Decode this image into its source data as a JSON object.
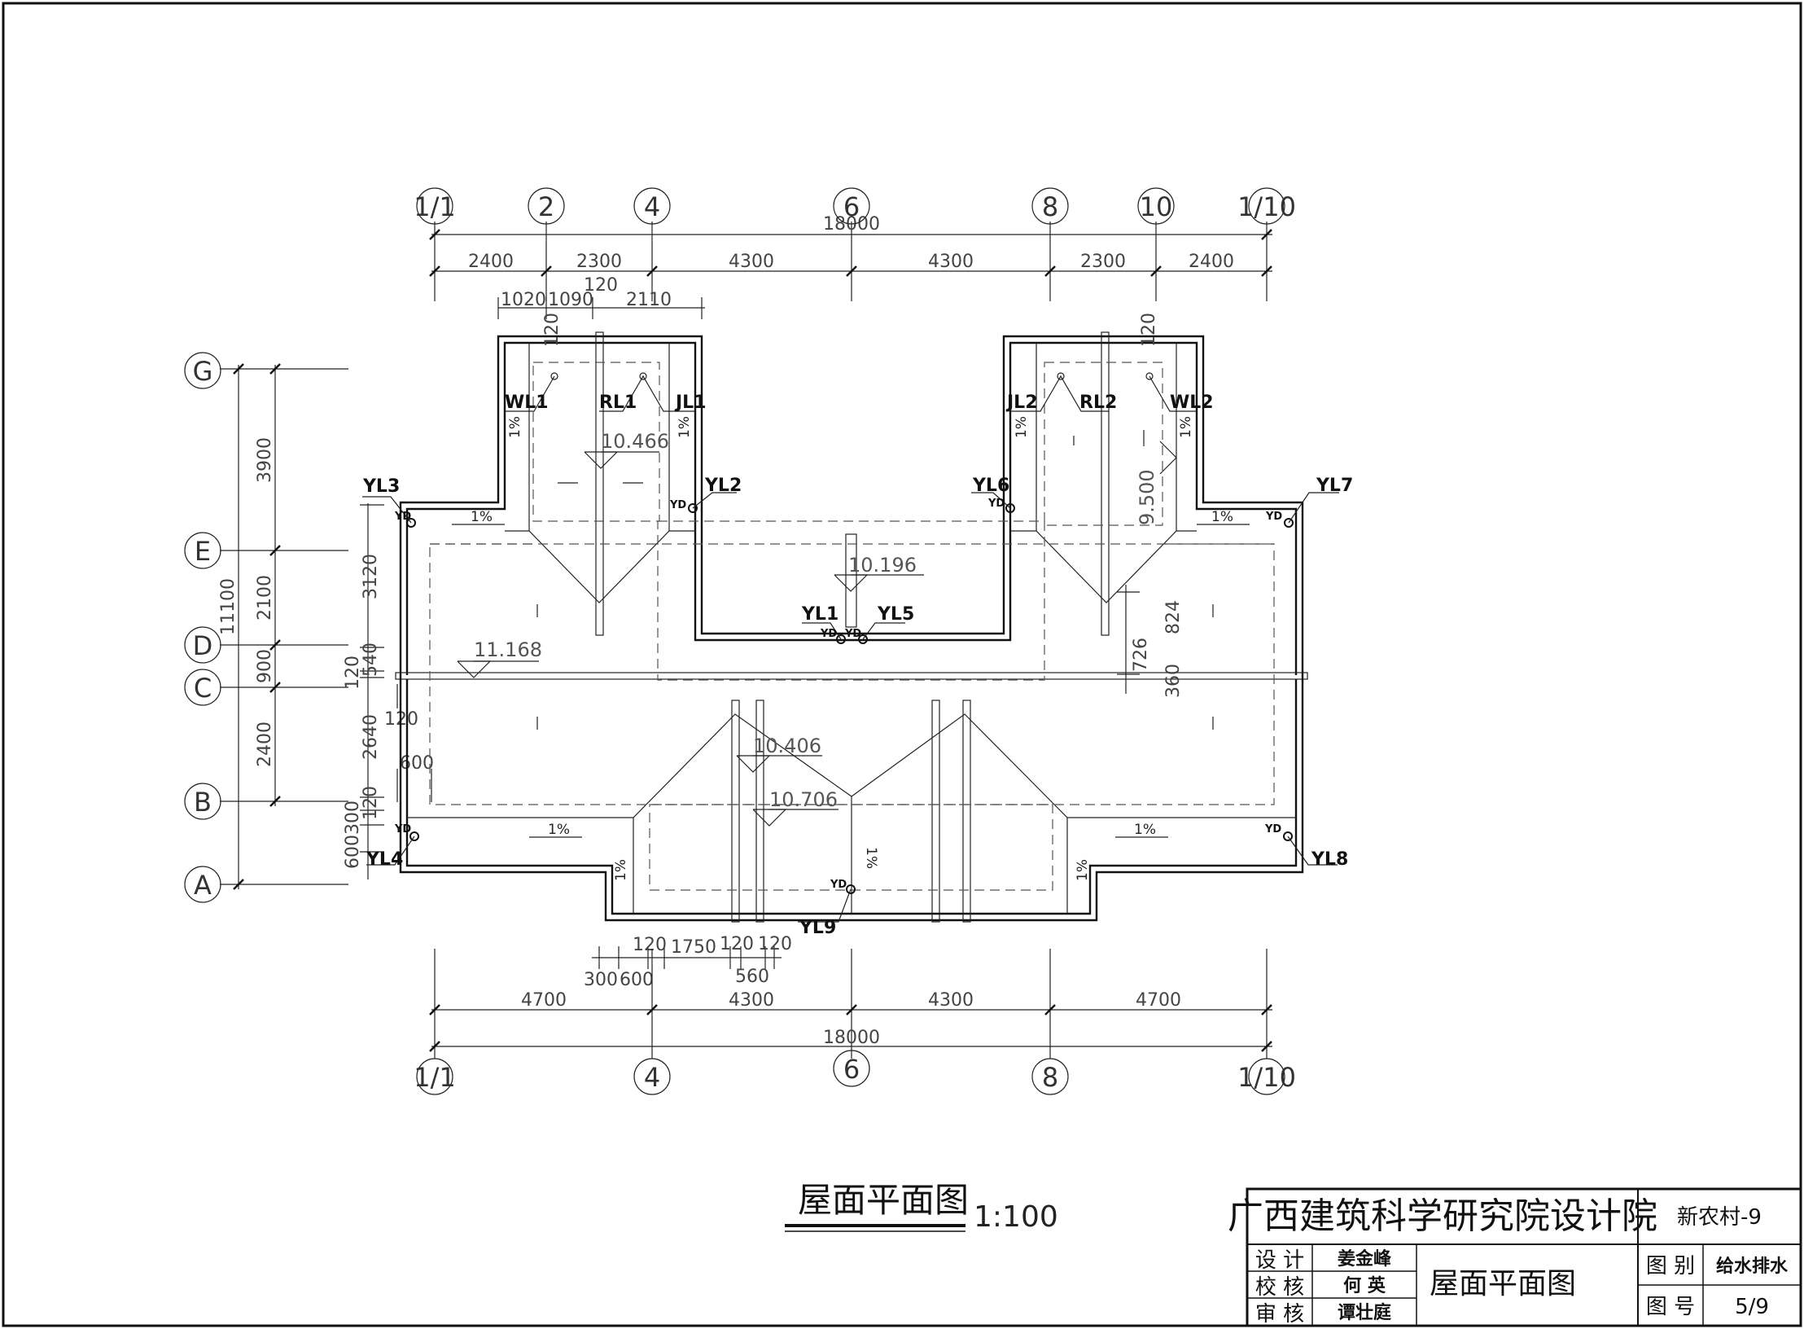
{
  "top_axes": {
    "labels": [
      "1/1",
      "2",
      "4",
      "6",
      "8",
      "10",
      "1/10"
    ],
    "overall": "18000",
    "spans": [
      "2400",
      "2300",
      "4300",
      "4300",
      "2300",
      "2400"
    ]
  },
  "bottom_axes": {
    "labels": [
      "1/1",
      "4",
      "6",
      "8",
      "1/10"
    ],
    "overall": "18000",
    "spans": [
      "4700",
      "4300",
      "4300",
      "4700"
    ]
  },
  "left_axes": {
    "labels": [
      "G",
      "E",
      "D",
      "C",
      "B",
      "A"
    ],
    "overall": "11100",
    "spans": [
      "3900",
      "2100",
      "900",
      "2400"
    ]
  },
  "detail_dims": {
    "top_120": "120",
    "d1020": "1020",
    "d1090": "1090",
    "d2110": "2110",
    "v120_left": "120",
    "v120_right": "120",
    "left_3120": "3120",
    "left_540": "540",
    "left_120": "120",
    "left_2640": "2640",
    "left_120b": "120",
    "left_300": "300",
    "left_600": "600",
    "h120": "120",
    "h600": "600",
    "r726": "726",
    "r824": "824",
    "r360": "360",
    "b300": "300",
    "b600": "600",
    "b120a": "120",
    "b1750": "1750",
    "b120b": "120",
    "b120c": "120",
    "b560": "560"
  },
  "pipes": {
    "WL1": "WL1",
    "RL1": "RL1",
    "JL1": "JL1",
    "JL2": "JL2",
    "RL2": "RL2",
    "WL2": "WL2",
    "YL1": "YL1",
    "YL2": "YL2",
    "YL3": "YL3",
    "YL4": "YL4",
    "YL5": "YL5",
    "YL6": "YL6",
    "YL7": "YL7",
    "YL8": "YL8",
    "YL9": "YL9",
    "yd": "YD"
  },
  "elevations": [
    "10.466",
    "10.196",
    "11.168",
    "9.500",
    "10.406",
    "10.706"
  ],
  "slope": "1%",
  "drawing_title": "屋面平面图",
  "drawing_scale": "1:100",
  "title_block": {
    "institute": "广西建筑科学研究院设计院",
    "project": "新农村-9",
    "roles": [
      "设 计",
      "校 核",
      "审 核"
    ],
    "names": [
      "姜金峰",
      "何 英",
      "谭壮庭"
    ],
    "sheet_title": "屋面平面图",
    "category_label": "图 别",
    "category_value": "给水排水",
    "number_label": "图 号",
    "number_value": "5/9"
  }
}
